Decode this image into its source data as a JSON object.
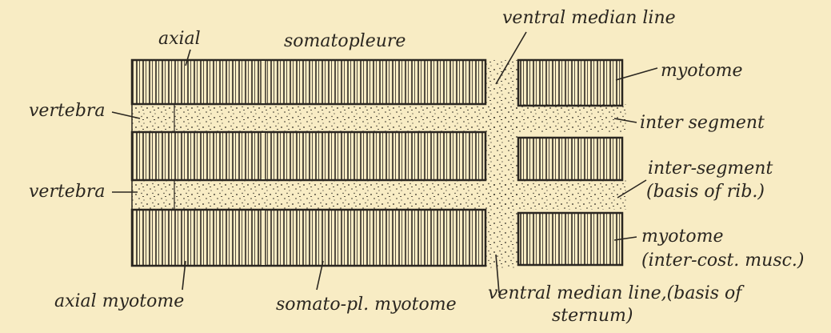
{
  "figure": {
    "background": "#f8ecc4",
    "ink": "#2a2620",
    "labels": {
      "axial": "axial",
      "somatopleure": "somatopleure",
      "ventral_median_line_top": "ventral median line",
      "myotome_top": "myotome",
      "vertebra_upper": "vertebra",
      "inter_segment_upper": "inter segment",
      "vertebra_lower": "vertebra",
      "inter_segment_lower": "inter-segment",
      "basis_of_rib": "(basis of rib.)",
      "myotome_bottom": "myotome",
      "inter_cost_musc": "(inter-cost. musc.)",
      "axial_myotome": "axial myotome",
      "somato_pl_myotome": "somato-pl. myotome",
      "ventral_median_line_bottom": "ventral median line,(basis of",
      "sternum": "sternum)"
    }
  }
}
